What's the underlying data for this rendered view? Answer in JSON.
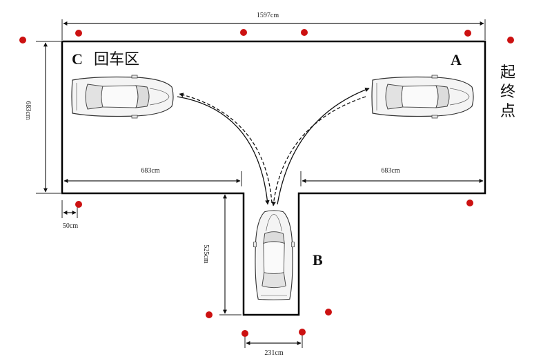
{
  "dimensions": {
    "total_width": "1597cm",
    "left_height": "683cm",
    "left_arm": "683cm",
    "right_arm": "683cm",
    "offset": "50cm",
    "stem_depth": "525cm",
    "stem_width": "231cm"
  },
  "zones": {
    "a_letter": "A",
    "b_letter": "B",
    "c_letter": "C",
    "c_name": "回车区",
    "start_end_chars": [
      "起",
      "终",
      "点"
    ]
  },
  "colors": {
    "marker": "#cc1111",
    "outline": "#000000",
    "car_body": "#f4f4f4"
  }
}
